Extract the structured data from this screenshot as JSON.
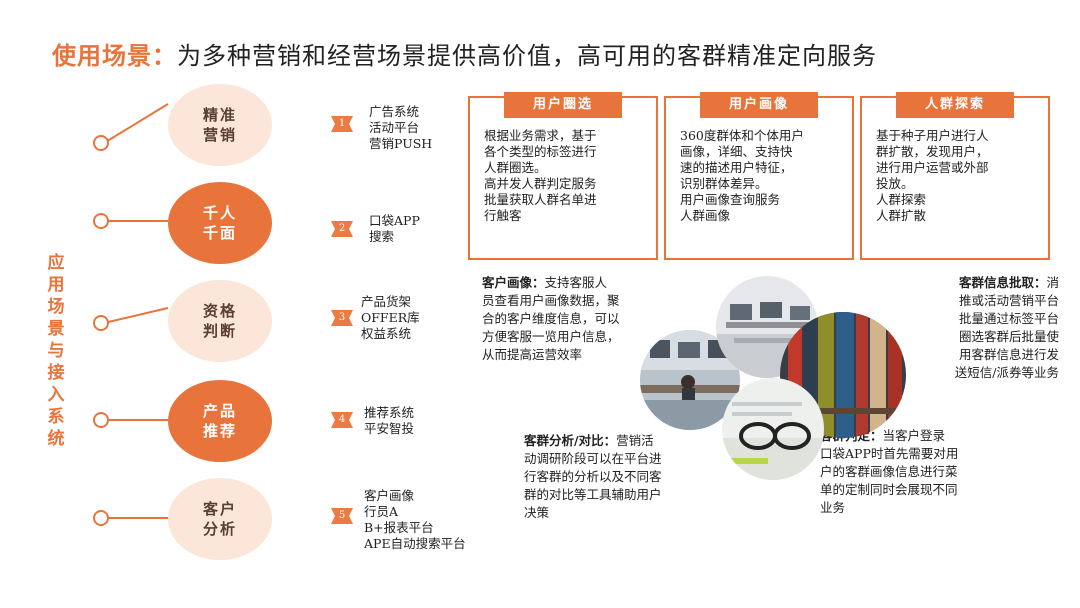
{
  "title": {
    "lead": "使用场景：",
    "rest": "为多种营销和经营场景提供高价值，高可用的客群精准定向服务"
  },
  "side_label": "应用场景与接入系统",
  "scenes": [
    {
      "name": "精准营销",
      "line1": "精准",
      "line2": "营销",
      "style": "light",
      "num": "1",
      "systems": [
        "广告系统",
        "活动平台",
        "营销PUSH"
      ]
    },
    {
      "name": "千人千面",
      "line1": "千人",
      "line2": "千面",
      "style": "dark",
      "num": "2",
      "systems": [
        "口袋APP",
        "搜索"
      ]
    },
    {
      "name": "资格判断",
      "line1": "资格",
      "line2": "判断",
      "style": "light",
      "num": "3",
      "systems": [
        "产品货架",
        "OFFER库",
        "权益系统"
      ]
    },
    {
      "name": "产品推荐",
      "line1": "产品",
      "line2": "推荐",
      "style": "dark",
      "num": "4",
      "systems": [
        "推荐系统",
        "平安智投"
      ]
    },
    {
      "name": "客户分析",
      "line1": "客户",
      "line2": "分析",
      "style": "light",
      "num": "5",
      "systems": [
        "客户画像",
        "行员A",
        "B+报表平台",
        "APE自动搜索平台"
      ]
    }
  ],
  "cards": [
    {
      "title": "用户圈选",
      "lines": [
        "根据业务需求，基于",
        "各个类型的标签进行",
        "人群圈选。",
        "高并发人群判定服务",
        "批量获取人群名单进",
        "行触客"
      ]
    },
    {
      "title": "用户画像",
      "lines": [
        "360度群体和个体用户",
        "画像，详细、支持快",
        "速的描述用户特征，",
        "识别群体差异。",
        "用户画像查询服务",
        "人群画像"
      ]
    },
    {
      "title": "人群探索",
      "lines": [
        "基于种子用户进行人",
        "群扩散，发现用户，",
        "进行用户运营或外部",
        "投放。",
        "人群探索",
        "人群扩散"
      ]
    }
  ],
  "descriptions": {
    "portrait": {
      "key": "客户画像：",
      "lines": [
        "支持客服人",
        "员查看用户画像数据，聚",
        "合的客户维度信息，可以",
        "方便客服一览用户信息，",
        "从而提高运营效率"
      ]
    },
    "batch": {
      "key": "客群信息批取：",
      "lines": [
        "消",
        "推或活动营销平台",
        "批量通过标签平台",
        "圈选客群后批量使",
        "用客群信息进行发",
        "送短信/派券等业务"
      ]
    },
    "analysis": {
      "key": "客群分析/对比：",
      "lines": [
        "营销活",
        "动调研阶段可以在平台进",
        "行客群的分析以及不同客",
        "群的对比等工具辅助用户",
        "决策"
      ]
    },
    "judge": {
      "key": "客群判定：",
      "lines": [
        "当客户登录",
        "口袋APP时首先需要对用",
        "户的客群画像信息进行菜",
        "单的定制同时会展现不同",
        "业务"
      ]
    }
  },
  "colors": {
    "accent": "#e8743b",
    "light": "#fbe6d9",
    "badge": "#ec7a43"
  },
  "icons": [
    "desk-photo",
    "office-photo",
    "library-photo",
    "glasses-photo"
  ]
}
